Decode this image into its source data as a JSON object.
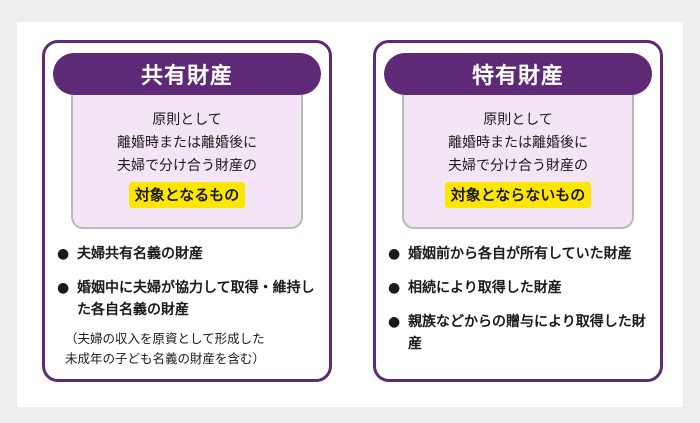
{
  "left_card": {
    "title": "共有財産",
    "def_lines": [
      "原則として",
      "離婚時または離婚後に",
      "夫婦で分け合う財産の"
    ],
    "highlight": "対象となるもの",
    "items": [
      "夫婦共有名義の財産",
      "婚姻中に夫婦が協力して取得・維持した各自名義の財産"
    ],
    "note_lines": [
      "（夫婦の収入を原資として形成した",
      "未成年の子ども名義の財産を含む）"
    ]
  },
  "right_card": {
    "title": "特有財産",
    "def_lines": [
      "原則として",
      "離婚時または離婚後に",
      "夫婦で分け合う財産の"
    ],
    "highlight": "対象とならないもの",
    "items": [
      "婚姻前から各自が所有していた財産",
      "相続により取得した財産",
      "親族などからの贈与により取得した財産"
    ]
  },
  "bullet": "●",
  "colors": {
    "accent": "#5e2a78",
    "definition_bg": "#f3e4f6",
    "highlight": "#ffe600"
  }
}
